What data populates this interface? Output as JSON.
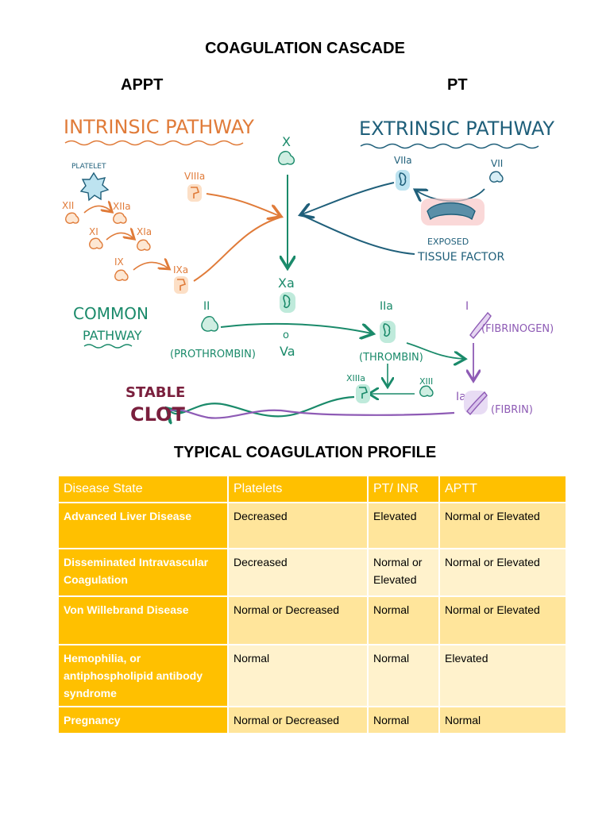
{
  "header": {
    "title": "COAGULATION CASCADE",
    "left_label": "APPT",
    "right_label": "PT"
  },
  "diagram": {
    "intrinsic_title": "INTRINSIC PATHWAY",
    "extrinsic_title": "EXTRINSIC PATHWAY",
    "common_title_line1": "COMMON",
    "common_title_line2": "PATHWAY",
    "platelet": "PLATELET",
    "xii": "XII",
    "xiia": "XIIa",
    "xi": "XI",
    "xia": "XIa",
    "ix": "IX",
    "ixa": "IXa",
    "viiia": "VIIIa",
    "x": "X",
    "xa": "Xa",
    "circle": "o",
    "va": "Va",
    "viia": "VIIa",
    "vii": "VII",
    "exposed": "EXPOSED",
    "tissue_factor": "TISSUE FACTOR",
    "ii": "II",
    "prothrombin": "(PROTHROMBIN)",
    "iia": "IIa",
    "thrombin": "(THROMBIN)",
    "i": "I",
    "fibrinogen": "(FIBRINOGEN)",
    "ia": "Ia",
    "fibrin": "(FIBRIN)",
    "xiiia": "XIIIa",
    "xiii": "XIII",
    "stable": "STABLE",
    "clot": "CLOT",
    "colors": {
      "intrinsic": "#e07b39",
      "extrinsic": "#1f5f7a",
      "common": "#1a8a6a",
      "fibrin": "#8e5bb5",
      "clot": "#7a1f3d"
    }
  },
  "profile": {
    "title": "TYPICAL COAGULATION PROFILE",
    "headers": [
      "Disease State",
      "Platelets",
      "PT/ INR",
      "APTT"
    ],
    "rows": [
      [
        "Advanced Liver Disease",
        "Decreased",
        "Elevated",
        "Normal or Elevated"
      ],
      [
        "Disseminated Intravascular Coagulation",
        "Decreased",
        "Normal or Elevated",
        "Normal or Elevated"
      ],
      [
        "Von Willebrand Disease",
        "Normal or Decreased",
        "Normal",
        "Normal or Elevated"
      ],
      [
        "Hemophilia, or antiphospholipid antibody syndrome",
        "Normal",
        "Normal",
        "Elevated"
      ],
      [
        "Pregnancy",
        "Normal or Decreased",
        "Normal",
        "Normal"
      ]
    ]
  }
}
